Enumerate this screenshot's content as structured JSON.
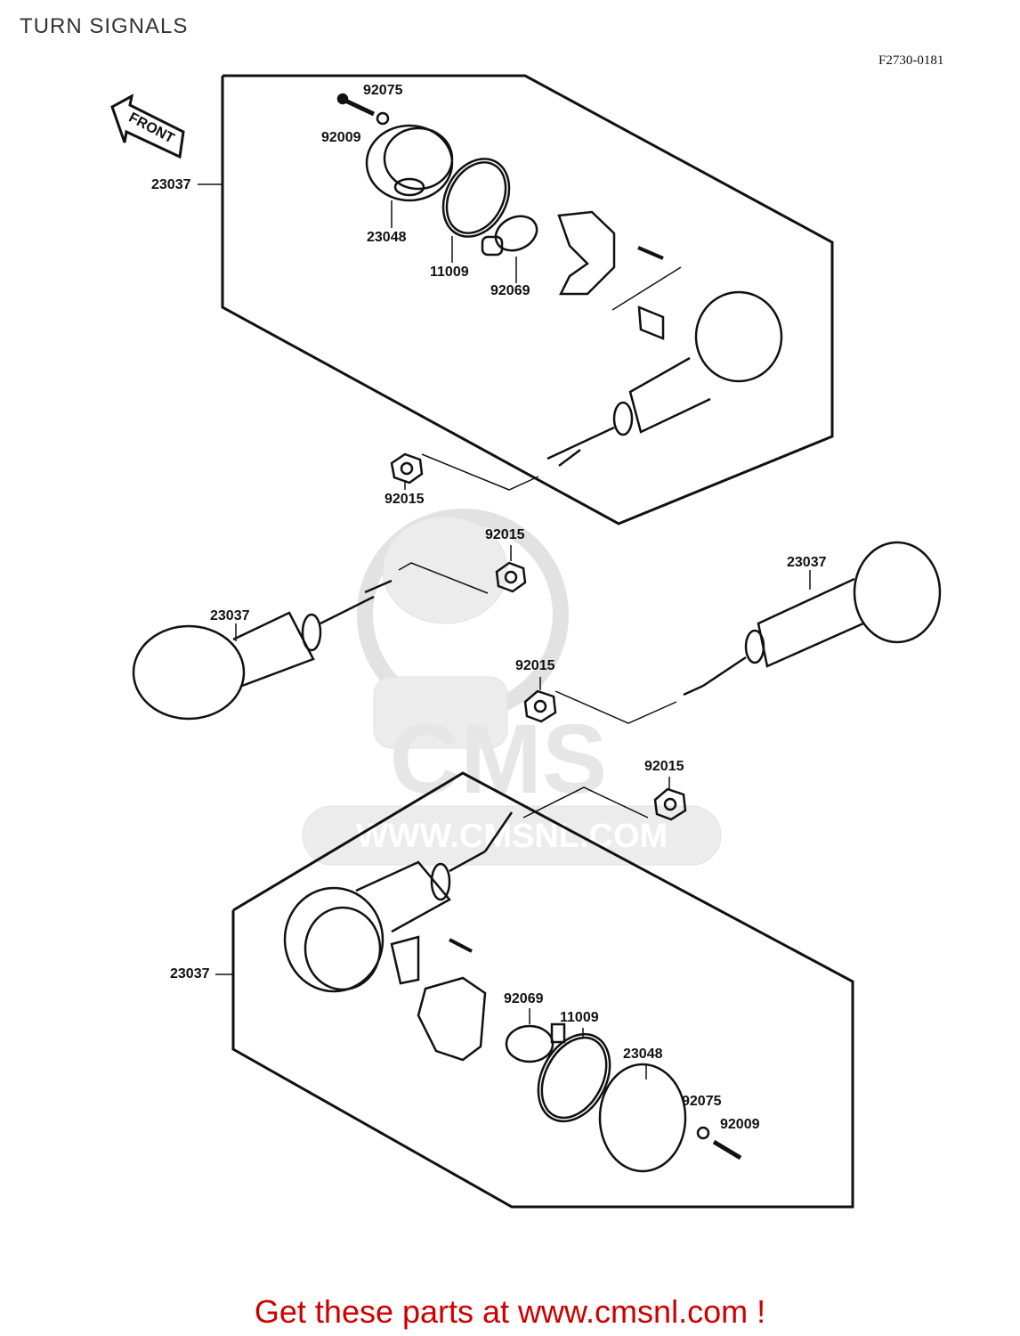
{
  "header": {
    "title": "TURN SIGNALS",
    "figure_code": "F2730-0181"
  },
  "front_arrow": {
    "label": "FRONT"
  },
  "watermark": {
    "brand": "CMS",
    "url": "WWW.CMSNL.COM"
  },
  "callouts": {
    "top_92075": "92075",
    "top_92009": "92009",
    "top_23037": "23037",
    "top_23048": "23048",
    "top_11009": "11009",
    "top_92069": "92069",
    "nut_1": "92015",
    "nut_2": "92015",
    "mid_left_23037": "23037",
    "mid_right_23037": "23037",
    "nut_3": "92015",
    "nut_4": "92015",
    "bottom_23037": "23037",
    "bottom_92069": "92069",
    "bottom_11009": "11009",
    "bottom_23048": "23048",
    "bottom_92075": "92075",
    "bottom_92009": "92009"
  },
  "footer": {
    "promo": "Get these parts at www.cmsnl.com !"
  },
  "colors": {
    "line": "#111111",
    "promo": "#cc0000",
    "watermark": "#e8e8e8"
  }
}
